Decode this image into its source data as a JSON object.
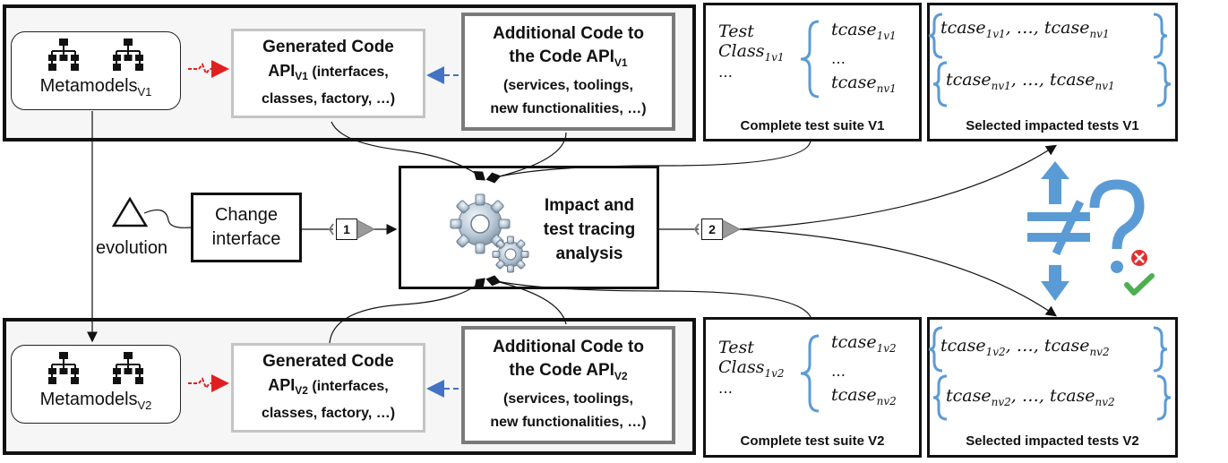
{
  "top": {
    "meta_base": "Metamodels",
    "meta_sub": "V1",
    "gen_title": "Generated Code",
    "gen_api": "API",
    "gen_api_sub": "V1",
    "gen_rest": " (interfaces,",
    "gen_line3": "classes, factory, …)",
    "add_line1": "Additional  Code to",
    "add_line2": "the Code API",
    "add_line2_sub": "V1",
    "add_line3": "(services, toolings,",
    "add_line4": "new functionalities, …)",
    "class_a": "Test",
    "class_b": "Class",
    "class_sub": "1v1",
    "class_dots": "…",
    "tc1": "tcase",
    "tc1_sub": "1v1",
    "tc_dots": "…",
    "tc2": "tcase",
    "tc2_sub": "nv1",
    "suite_caption": "Complete test suite V1",
    "sel1_a": "tcase",
    "sel1_a_sub": "1v1",
    "sel1_mid": ", …, ",
    "sel1_b": "tcase",
    "sel1_b_sub": "nv1",
    "sel2_a": "tcase",
    "sel2_a_sub": "nv1",
    "sel2_mid": ", …, ",
    "sel2_b": "tcase",
    "sel2_b_sub": "nv1",
    "selected_caption": "Selected impacted tests V1"
  },
  "bottom": {
    "meta_base": "Metamodels",
    "meta_sub": "V2",
    "gen_title": "Generated Code",
    "gen_api": "API",
    "gen_api_sub": "V2",
    "gen_rest": " (interfaces,",
    "gen_line3": "classes, factory, …)",
    "add_line1": "Additional  Code to",
    "add_line2": "the Code API",
    "add_line2_sub": "V2",
    "add_line3": "(services, toolings,",
    "add_line4": "new functionalities, …)",
    "class_a": "Test",
    "class_b": "Class",
    "class_sub": "1v2",
    "class_dots": "…",
    "tc1": "tcase",
    "tc1_sub": "1v2",
    "tc_dots": "…",
    "tc2": "tcase",
    "tc2_sub": "nv2",
    "suite_caption": "Complete test suite V2",
    "sel1_a": "tcase",
    "sel1_a_sub": "1v2",
    "sel1_mid": ", …, ",
    "sel1_b": "tcase",
    "sel1_b_sub": "nv2",
    "sel2_a": "tcase",
    "sel2_a_sub": "nv2",
    "sel2_mid": ", …, ",
    "sel2_b": "tcase",
    "sel2_b_sub": "nv2",
    "selected_caption": "Selected impacted tests V2"
  },
  "middle": {
    "evolution": "evolution",
    "change_line1": "Change",
    "change_line2": "interface",
    "step1": "1",
    "step2": "2",
    "analysis_line1": "Impact and",
    "analysis_line2": "test tracing",
    "analysis_line3": "analysis"
  },
  "colors": {
    "brace_blue": "#5b9bd5",
    "dashed_blue": "#4472c4",
    "red_arrow": "#e02020",
    "cross_red": "#e03030",
    "check_green": "#4caf50"
  },
  "icons": [
    "hierarchy-icon",
    "gears-icon",
    "triangle-icon",
    "not-equal-icon",
    "question-mark-icon",
    "cross-icon",
    "check-icon"
  ]
}
